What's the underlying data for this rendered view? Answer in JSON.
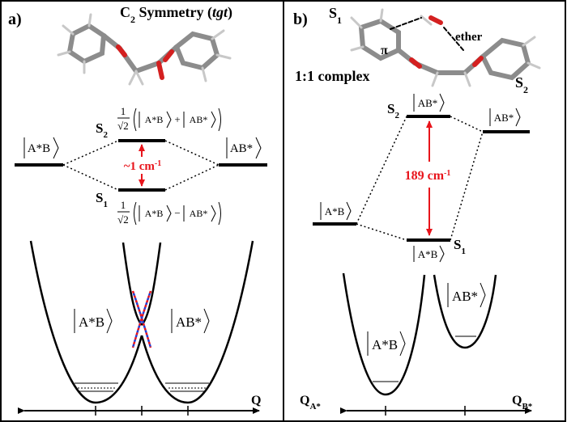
{
  "panel_a": {
    "label": "a)",
    "title_prefix": "C",
    "title_sub": "2",
    "title_main": " Symmetry (",
    "title_italic": "tgt",
    "title_end": ")",
    "left_state": "A*B",
    "right_state": "AB*",
    "upper_level": "S",
    "upper_sub": "2",
    "lower_level": "S",
    "lower_sub": "1",
    "upper_expr_plus": "+",
    "lower_expr_minus": "−",
    "splitting": "~1 cm",
    "splitting_exp": "-1",
    "well_left_label": "A*B",
    "well_right_label": "AB*",
    "axis_label": "Q"
  },
  "panel_b": {
    "label": "b)",
    "complex_label": "1:1 complex",
    "mol_s1": "S",
    "mol_s1_sub": "1",
    "mol_s2": "S",
    "mol_s2_sub": "2",
    "pi_label": "π",
    "ether_label": "ether",
    "upper_level": "S",
    "upper_sub": "2",
    "upper_state": "AB*",
    "lower_level": "S",
    "lower_sub": "1",
    "lower_state": "A*B",
    "left_state": "A*B",
    "right_state": "AB*",
    "splitting": "189 cm",
    "splitting_exp": "-1",
    "well_left_label": "A*B",
    "well_right_label": "AB*",
    "axis_left": "Q",
    "axis_left_sub": "A*",
    "axis_right": "Q",
    "axis_right_sub": "B*"
  },
  "colors": {
    "splitting_red": "#e8141b",
    "crossing_blue": "#1f3fd6",
    "line": "#000000",
    "molecule_gray": "#8c8c8c",
    "oxygen_red": "#d42020"
  }
}
